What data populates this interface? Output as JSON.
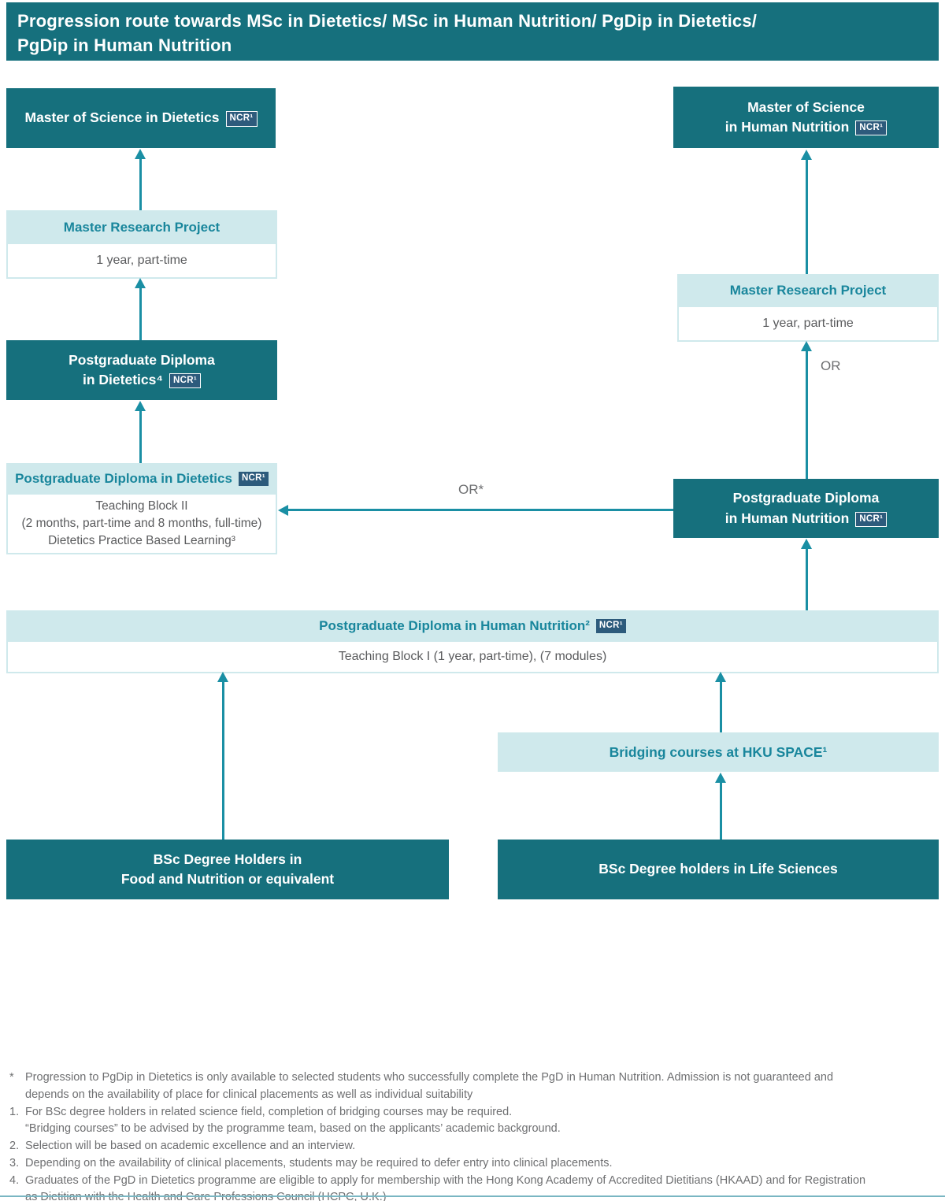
{
  "header": {
    "line1": "Progression route towards MSc in Dietetics/ MSc in Human Nutrition/ PgDip in Dietetics/",
    "line2": "PgDip in Human Nutrition"
  },
  "badges": {
    "ncr": "NCR¹"
  },
  "boxes": {
    "msc_dietetics": {
      "title": "Master of Science in Dietetics"
    },
    "msc_human_nutrition": {
      "line1": "Master of Science",
      "line2": "in Human Nutrition"
    },
    "mrp_left": {
      "title": "Master Research Project",
      "detail": "1 year, part-time"
    },
    "mrp_right": {
      "title": "Master Research Project",
      "detail": "1 year, part-time"
    },
    "pgdip_dietetics_award": {
      "line1": "Postgraduate Diploma",
      "line2": "in Dietetics⁴"
    },
    "pgdip_dietetics_teaching": {
      "title": "Postgraduate Diploma in Dietetics",
      "detail_lines": [
        "Teaching Block II",
        "(2 months, part-time and 8 months, full-time)",
        "Dietetics Practice Based Learning³"
      ]
    },
    "pgdip_hn_award": {
      "line1": "Postgraduate Diploma",
      "line2": "in Human Nutrition"
    },
    "pgdip_hn_teaching": {
      "title": "Postgraduate Diploma in Human Nutrition²",
      "detail": "Teaching Block I (1 year, part-time), (7 modules)"
    },
    "bridging": {
      "title": "Bridging courses at HKU SPACE¹"
    },
    "bsc_food": {
      "line1": "BSc Degree Holders in",
      "line2": "Food and Nutrition or equivalent"
    },
    "bsc_life": {
      "title": "BSc Degree holders in Life Sciences"
    }
  },
  "connectors": {
    "or_right": "OR",
    "or_left": "OR*"
  },
  "footnotes": [
    {
      "marker": "*",
      "lines": [
        "Progression to PgDip in Dietetics is only available to selected students who successfully complete the PgD in Human Nutrition. Admission is not guaranteed and",
        "depends on the availability of place for clinical placements as well as individual suitability"
      ]
    },
    {
      "marker": "1.",
      "lines": [
        "For BSc degree holders in related science field, completion of bridging courses may be required.",
        "“Bridging courses” to be advised by the programme team, based on the applicants’ academic background."
      ]
    },
    {
      "marker": "2.",
      "lines": [
        "Selection will be based on academic excellence and an interview."
      ]
    },
    {
      "marker": "3.",
      "lines": [
        "Depending on the availability of clinical placements, students may be required to defer entry into clinical placements."
      ]
    },
    {
      "marker": "4.",
      "lines": [
        "Graduates of the PgD in Dietetics programme are eligible to apply for membership with the Hong Kong Academy of Accredited Dietitians (HKAAD) and for Registration",
        "as Dietitian with the Health and Care Professions Council (HCPC, U.K.)"
      ]
    }
  ],
  "colors": {
    "teal-dark": "#16707d",
    "teal-light": "#cfe9ec",
    "teal-text": "#19869c",
    "arrow": "#1a8fa4",
    "badge": "#2d5b7c",
    "gray-text": "#5a5b5d",
    "footnote": "#6e6f71",
    "rule": "#79b6c2"
  }
}
